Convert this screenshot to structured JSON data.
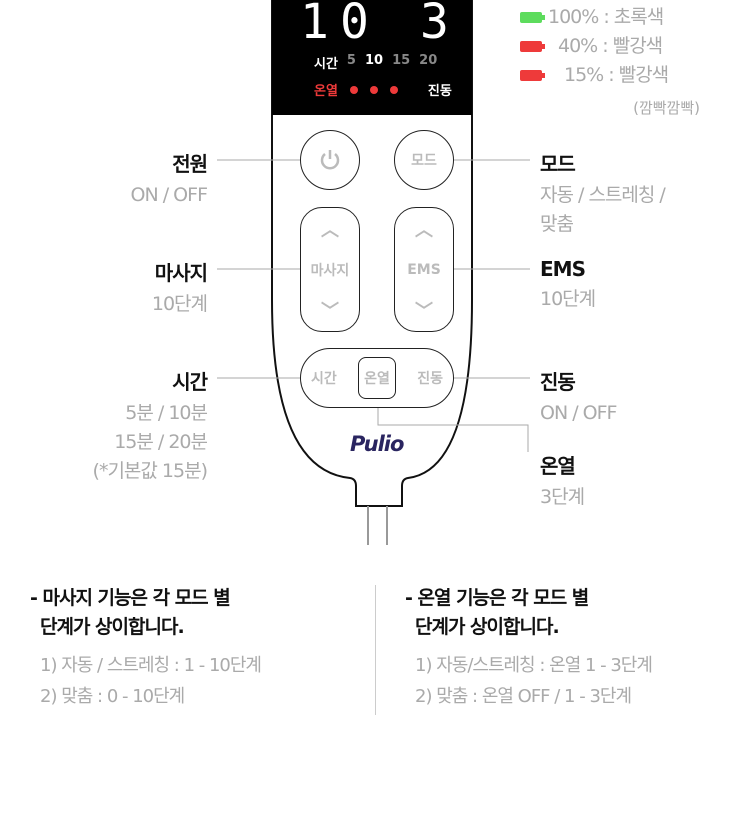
{
  "display": {
    "digits": [
      "1",
      "0",
      "3"
    ],
    "time_label": "시간",
    "time_options": [
      "5",
      "10",
      "15",
      "20"
    ],
    "time_selected": "10",
    "heat_label": "온열",
    "heat_level": 3,
    "vibration_label": "진동"
  },
  "legend": [
    {
      "text": "100% : 초록색",
      "color": "#5ddc5d"
    },
    {
      "text": "40% : 빨강색",
      "color": "#ee3a3a"
    },
    {
      "text": "15% : 빨강색",
      "color": "#ee3a3a"
    }
  ],
  "legend_note": "(깜빡깜빡)",
  "buttons": {
    "mode": "모드",
    "massage": "마사지",
    "ems": "EMS",
    "time": "시간",
    "heat": "온열",
    "vibration": "진동"
  },
  "brand": "Pulio",
  "labels": {
    "power": {
      "title": "전원",
      "desc": [
        "ON / OFF"
      ]
    },
    "massage": {
      "title": "마사지",
      "desc": [
        "10단계"
      ]
    },
    "time": {
      "title": "시간",
      "desc": [
        "5분 / 10분",
        "15분 / 20분",
        "(*기본값 15분)"
      ]
    },
    "mode": {
      "title": "모드",
      "desc": [
        "자동 / 스트레칭 /",
        "맞춤"
      ]
    },
    "ems": {
      "title": "EMS",
      "desc": [
        "10단계"
      ]
    },
    "vibration": {
      "title": "진동",
      "desc": [
        "ON / OFF"
      ]
    },
    "heat": {
      "title": "온열",
      "desc": [
        "3단계"
      ]
    }
  },
  "notes": [
    {
      "title": [
        "- 마사지 기능은 각 모드 별",
        "단계가 상이합니다."
      ],
      "items": [
        "1) 자동 / 스트레칭 : 1 - 10단계",
        "2) 맞춤 : 0 - 10단계"
      ]
    },
    {
      "title": [
        "- 온열 기능은 각 모드 별",
        "단계가 상이합니다."
      ],
      "items": [
        "1) 자동/스트레칭 : 온열 1 - 3단계",
        "2) 맞춤 : 온열 OFF / 1 - 3단계"
      ]
    }
  ]
}
